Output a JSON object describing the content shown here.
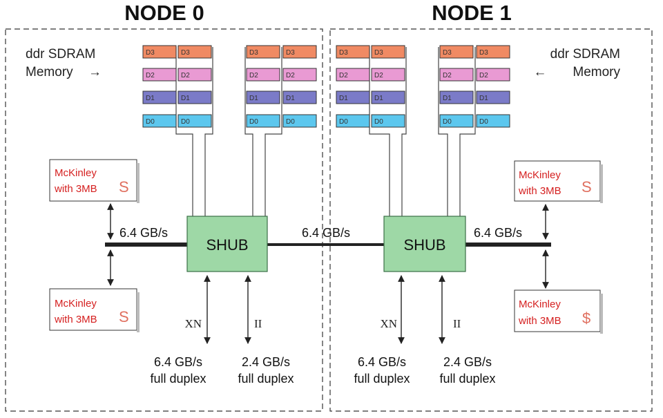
{
  "nodes": [
    {
      "title": "NODE 0",
      "memory_label_line1": "ddr SDRAM",
      "memory_label_line2": "Memory",
      "memory_arrow": "→",
      "dimm_banks": [
        [
          "D3",
          "D2",
          "D1",
          "D0"
        ],
        [
          "D3",
          "D2",
          "D1",
          "D0"
        ],
        [
          "D3",
          "D2",
          "D1",
          "D0"
        ],
        [
          "D3",
          "D2",
          "D1",
          "D0"
        ]
      ],
      "cpus": [
        {
          "line1": "McKinley",
          "line2": "with 3MB",
          "cache_symbol": "S"
        },
        {
          "line1": "McKinley",
          "line2": "with 3MB",
          "cache_symbol": "S"
        }
      ],
      "shub_label": "SHUB",
      "cpu_bus_bw": "6.4 GB/s",
      "ports": [
        {
          "name": "XN",
          "bw": "6.4 GB/s",
          "mode": "full duplex"
        },
        {
          "name": "II",
          "bw": "2.4 GB/s",
          "mode": "full duplex"
        }
      ]
    },
    {
      "title": "NODE 1",
      "memory_label_line1": "ddr SDRAM",
      "memory_label_line2": "Memory",
      "memory_arrow": "←",
      "dimm_banks": [
        [
          "D3",
          "D2",
          "D1",
          "D0"
        ],
        [
          "D3",
          "D2",
          "D1",
          "D0"
        ],
        [
          "D3",
          "D2",
          "D1",
          "D0"
        ],
        [
          "D3",
          "D2",
          "D1",
          "D0"
        ]
      ],
      "cpus": [
        {
          "line1": "McKinley",
          "line2": "with 3MB",
          "cache_symbol": "S"
        },
        {
          "line1": "McKinley",
          "line2": "with 3MB",
          "cache_symbol": "$"
        }
      ],
      "shub_label": "SHUB",
      "cpu_bus_bw": "6.4 GB/s",
      "ports": [
        {
          "name": "XN",
          "bw": "6.4 GB/s",
          "mode": "full duplex"
        },
        {
          "name": "II",
          "bw": "2.4 GB/s",
          "mode": "full duplex"
        }
      ]
    }
  ],
  "interconnect_bw": "6.4 GB/s",
  "colors": {
    "D3": "#f08a63",
    "D2": "#e99ad3",
    "D1": "#7b7bc8",
    "D0": "#5cc7ee",
    "shub": "#9ed8a6",
    "cpu_text": "#d52020",
    "cache_symbol": "#e07060"
  }
}
